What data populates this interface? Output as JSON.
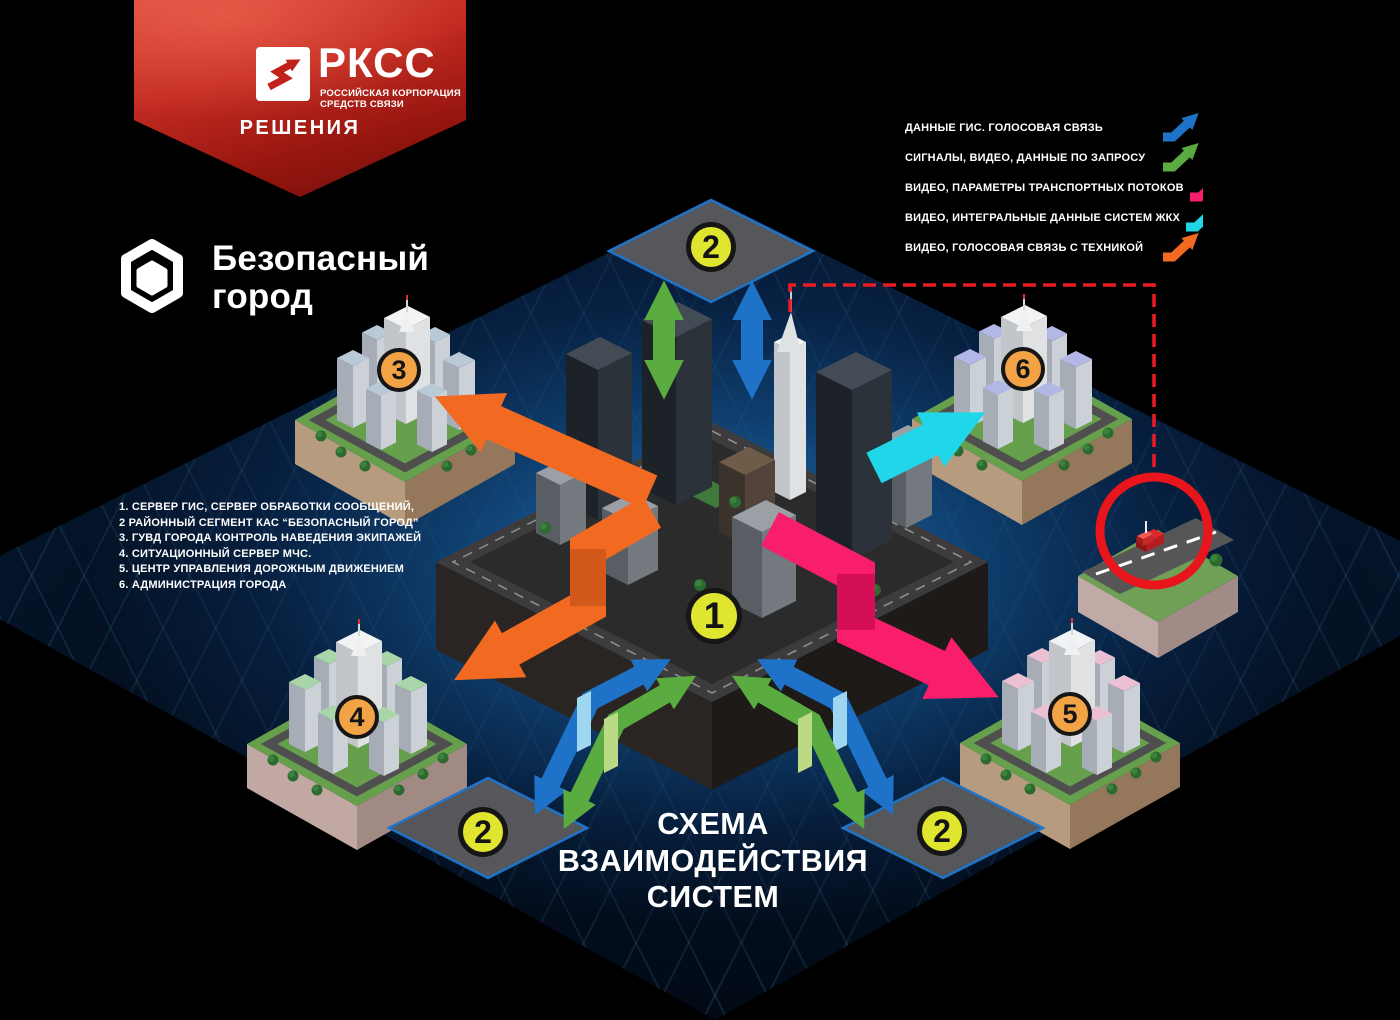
{
  "brand": {
    "name": "РКСС",
    "tagline_line1": "РОССИЙСКАЯ КОРПОРАЦИЯ",
    "tagline_line2": "СРЕДСТВ СВЯЗИ",
    "section": "РЕШЕНИЯ"
  },
  "product": {
    "line1": "Безопасный",
    "line2": "город"
  },
  "legend": {
    "items": [
      {
        "label": "ДАННЫЕ ГИС. ГОЛОСОВАЯ СВЯЗЬ",
        "color": "#1e73c8"
      },
      {
        "label": "СИГНАЛЫ, ВИДЕО, ДАННЫЕ ПО ЗАПРОСУ",
        "color": "#5aab40"
      },
      {
        "label": "ВИДЕО, ПАРАМЕТРЫ ТРАНСПОРТНЫХ ПОТОКОВ",
        "color": "#f81e6b"
      },
      {
        "label": "ВИДЕО, ИНТЕГРАЛЬНЫЕ ДАННЫЕ СИСТЕМ ЖКХ",
        "color": "#1fd7e8"
      },
      {
        "label": "ВИДЕО, ГОЛОСОВАЯ СВЯЗЬ С ТЕХНИКОЙ",
        "color": "#f26a21"
      }
    ]
  },
  "key_list": {
    "items": [
      "1. СЕРВЕР ГИС, СЕРВЕР ОБРАБОТКИ СООБЩЕНИЙ,",
      "2 РАЙОННЫЙ СЕГМЕНТ КАС “БЕЗОПАСНЫЙ ГОРОД”",
      "3. ГУВД ГОРОДА КОНТРОЛЬ НАВЕДЕНИЯ ЭКИПАЖЕЙ",
      "4. СИТУАЦИОННЫЙ СЕРВЕР МЧС.",
      "5. ЦЕНТР УПРАВЛЕНИЯ ДОРОЖНЫМ ДВИЖЕНИЕМ",
      "6. АДМИНИСТРАЦИЯ ГОРОДА"
    ]
  },
  "title": {
    "line1": "СХЕМА",
    "line2": "ВЗАИМОДЕЙСТВИЯ",
    "line3": "СИСТЕМ"
  },
  "markers": {
    "city_core": "1",
    "district": "2",
    "guvd": "3",
    "mchs": "4",
    "traffic_center": "5",
    "administration": "6"
  },
  "colors": {
    "background": "#000000",
    "plane_glow": "#1a6fb5",
    "brand_red": "#c62b21",
    "sign_fill": "#56575a",
    "sign_border": "#1f74c9",
    "badge_yellow": "#e0e52f",
    "badge_orange": "#f2a346",
    "dashed_route": "#ea1c24",
    "arrow_blue": "#1e73c8",
    "arrow_green": "#5aab40",
    "arrow_pink": "#f81e6b",
    "arrow_cyan": "#1fd7e8",
    "arrow_orange": "#f26a21"
  }
}
